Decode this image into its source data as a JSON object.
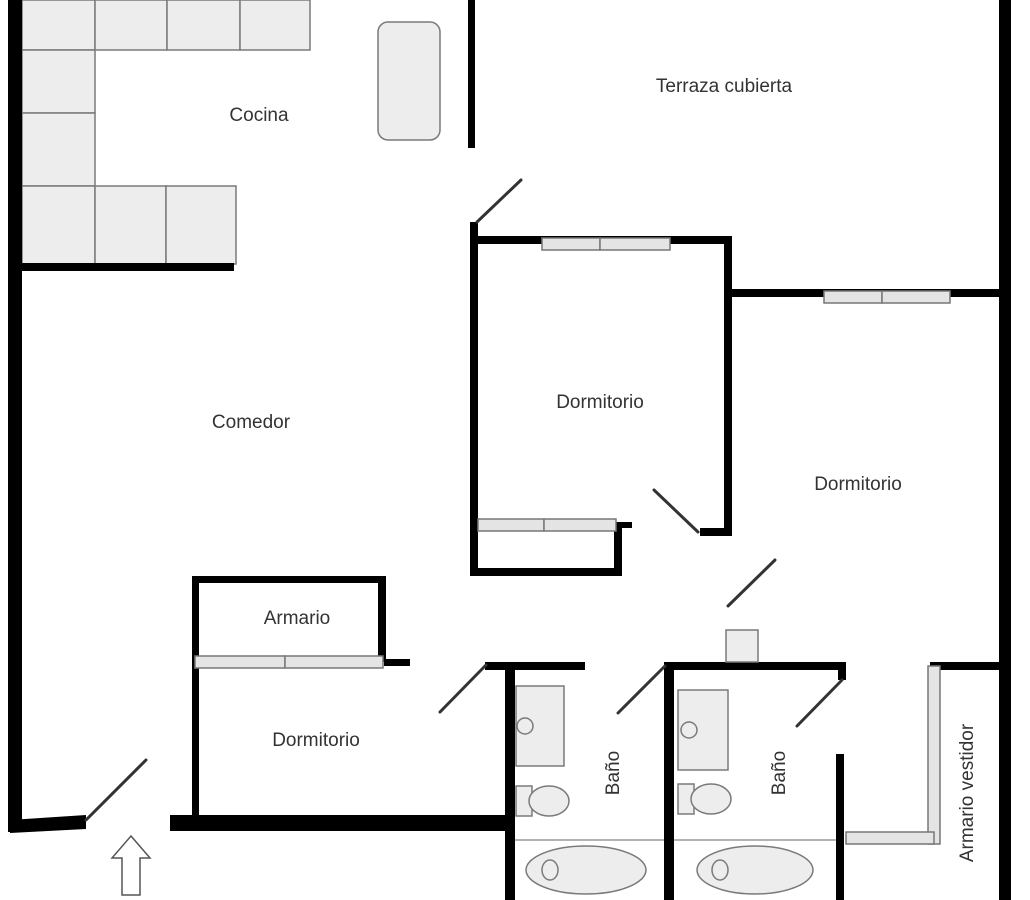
{
  "rooms": {
    "cocina": "Cocina",
    "terraza": "Terraza cubierta",
    "comedor": "Comedor",
    "dormitorio_1": "Dormitorio",
    "dormitorio_2": "Dormitorio",
    "armario": "Armario",
    "dormitorio_3": "Dormitorio",
    "bano_1": "Baño",
    "bano_2": "Baño",
    "armario_vestidor": "Armario vestidor"
  },
  "icons": {
    "entrance": "up-arrow-icon"
  },
  "colors": {
    "wall": "#000000",
    "fixture": "#ededed",
    "text": "#333333"
  }
}
